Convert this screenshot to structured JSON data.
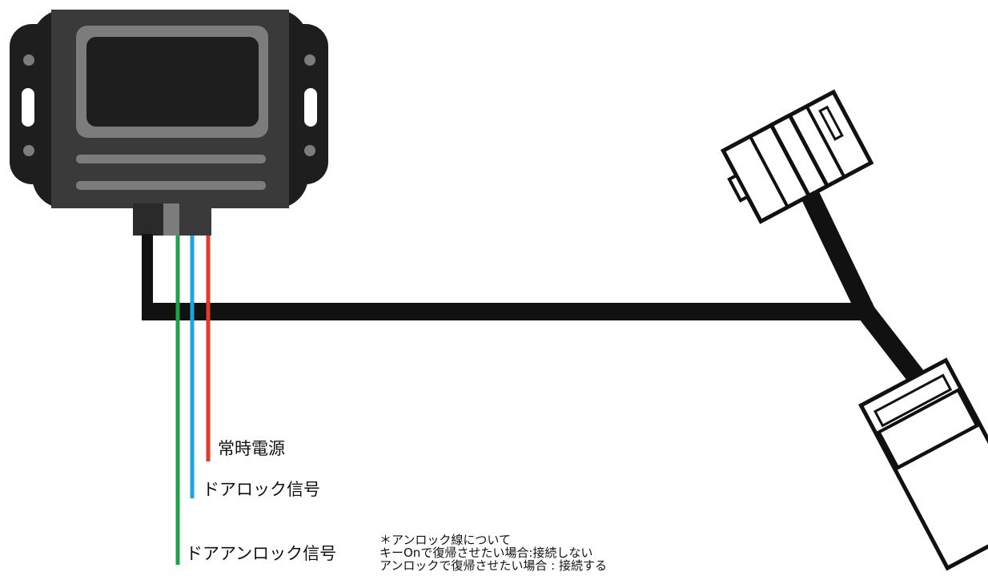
{
  "labels": {
    "constant_power": "常時電源",
    "door_lock_signal": "ドアロック信号",
    "door_unlock_signal": "ドアアンロック信号"
  },
  "note": {
    "title": "＊アンロック線について",
    "line1": "キーOnで復帰させたい場合:接続しない",
    "line2": "アンロックで復帰させたい場合 : 接続する"
  },
  "colors": {
    "wire_power": "#e23b2e",
    "wire_lock": "#1aa6e0",
    "wire_unlock": "#1fa047",
    "harness": "#111111",
    "module_body": "#1e1e1e",
    "module_face": "#3a3a3a",
    "module_highlight": "#7c7c7c"
  }
}
